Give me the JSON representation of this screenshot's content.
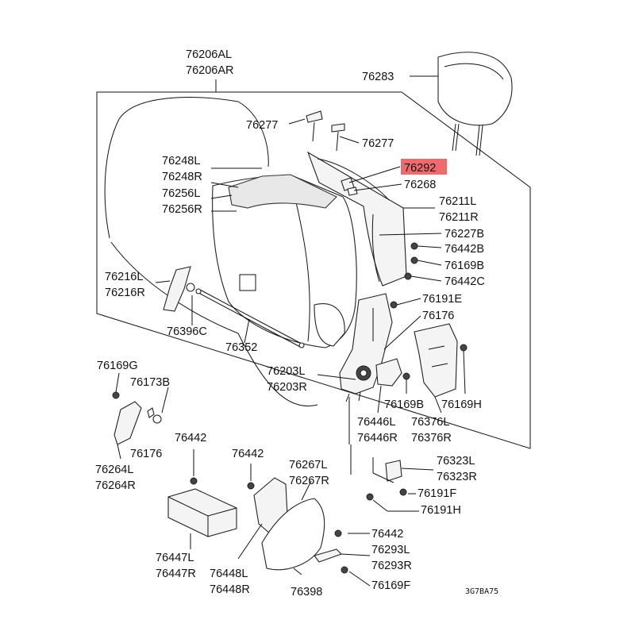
{
  "labels": {
    "p76206AL": "76206AL",
    "p76206AR": "76206AR",
    "p76283": "76283",
    "p76277a": "76277",
    "p76277b": "76277",
    "p76292": "76292",
    "p76268": "76268",
    "p76248L": "76248L",
    "p76248R": "76248R",
    "p76256L": "76256L",
    "p76256R": "76256R",
    "p76211L": "76211L",
    "p76211R": "76211R",
    "p76227B": "76227B",
    "p76442B": "76442B",
    "p76169B_a": "76169B",
    "p76442C": "76442C",
    "p76216L": "76216L",
    "p76216R": "76216R",
    "p76191E": "76191E",
    "p76396C": "76396C",
    "p76176a": "76176",
    "p76352": "76352",
    "p76169G": "76169G",
    "p76203L": "76203L",
    "p76203R": "76203R",
    "p76173B": "76173B",
    "p76169B_b": "76169B",
    "p76169H": "76169H",
    "p76446L": "76446L",
    "p76446R": "76446R",
    "p76376L": "76376L",
    "p76376R": "76376R",
    "p76176b": "76176",
    "p76264L": "76264L",
    "p76264R": "76264R",
    "p76442a": "76442",
    "p76442b": "76442",
    "p76267L": "76267L",
    "p76267R": "76267R",
    "p76323L": "76323L",
    "p76323R": "76323R",
    "p76191F": "76191F",
    "p76191H": "76191H",
    "p76442c": "76442",
    "p76293L": "76293L",
    "p76293R": "76293R",
    "p76447L": "76447L",
    "p76447R": "76447R",
    "p76448L": "76448L",
    "p76448R": "76448R",
    "p76398": "76398",
    "p76169F": "76169F",
    "code": "3G7BA75"
  },
  "highlight_color": "#ef6b6b"
}
